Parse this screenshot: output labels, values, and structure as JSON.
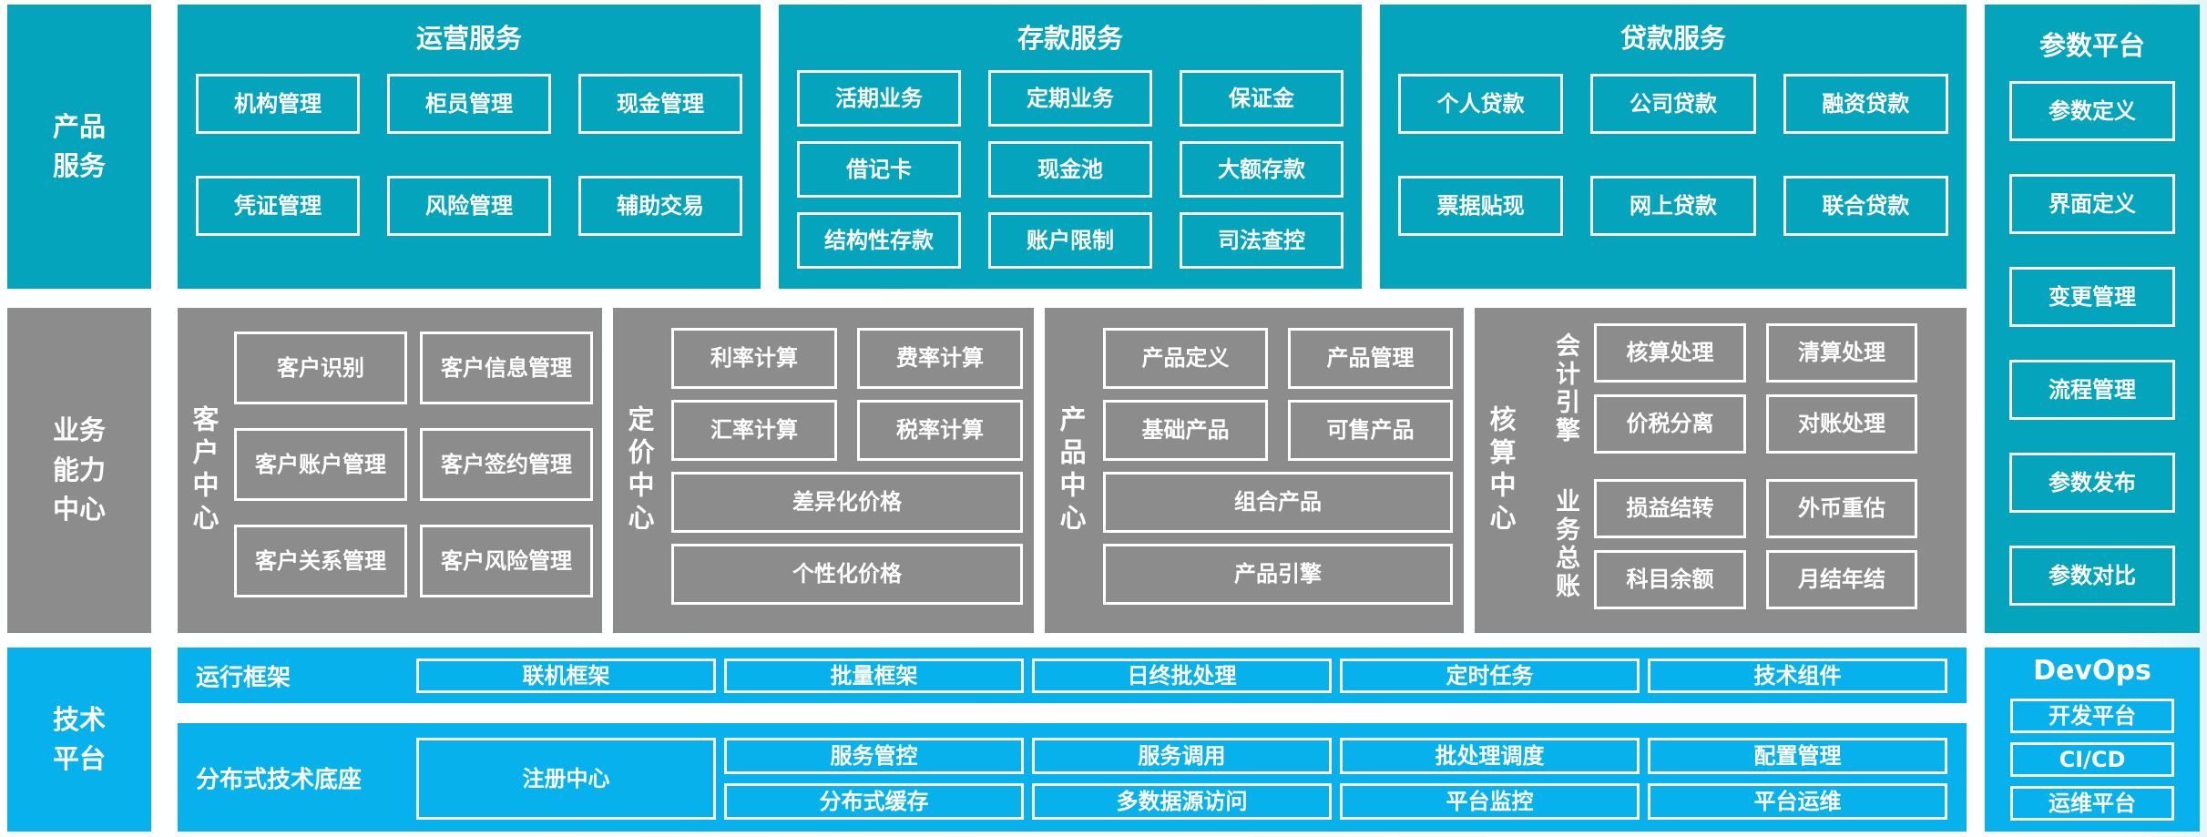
{
  "colors": {
    "teal": "#04a4bd",
    "gray": "#8c8c8c",
    "blue": "#07b2ec",
    "text": "#ffffff"
  },
  "product_row": {
    "sidebar": "产品\n服务",
    "panels": [
      {
        "title": "运营服务",
        "items": [
          "机构管理",
          "柜员管理",
          "现金管理",
          "凭证管理",
          "风险管理",
          "辅助交易"
        ]
      },
      {
        "title": "存款服务",
        "items": [
          "活期业务",
          "定期业务",
          "保证金",
          "借记卡",
          "现金池",
          "大额存款",
          "结构性存款",
          "账户限制",
          "司法查控"
        ]
      },
      {
        "title": "贷款服务",
        "items": [
          "个人贷款",
          "公司贷款",
          "融资贷款",
          "票据贴现",
          "网上贷款",
          "联合贷款"
        ]
      }
    ]
  },
  "parameter_platform": {
    "title": "参数平台",
    "items": [
      "参数定义",
      "界面定义",
      "变更管理",
      "流程管理",
      "参数发布",
      "参数对比"
    ]
  },
  "business_row": {
    "sidebar": "业务\n能力\n中心",
    "customer": {
      "label": "客户中心",
      "items": [
        "客户识别",
        "客户信息管理",
        "客户账户管理",
        "客户签约管理",
        "客户关系管理",
        "客户风险管理"
      ]
    },
    "pricing": {
      "label": "定价中心",
      "items": [
        "利率计算",
        "费率计算",
        "汇率计算",
        "税率计算"
      ],
      "wide": [
        "差异化价格",
        "个性化价格"
      ]
    },
    "product": {
      "label": "产品中心",
      "items": [
        "产品定义",
        "产品管理",
        "基础产品",
        "可售产品"
      ],
      "wide": [
        "组合产品",
        "产品引擎"
      ]
    },
    "accounting": {
      "label": "核算中心",
      "groups": [
        {
          "label": "会计引擎",
          "items": [
            "核算处理",
            "清算处理",
            "价税分离",
            "对账处理"
          ]
        },
        {
          "label": "业务总账",
          "items": [
            "损益结转",
            "外币重估",
            "科目余额",
            "月结年结"
          ]
        }
      ]
    }
  },
  "tech_row": {
    "sidebar": "技术\n平台",
    "runtime": {
      "label": "运行框架",
      "items": [
        "联机框架",
        "批量框架",
        "日终批处理",
        "定时任务",
        "技术组件"
      ]
    },
    "distributed": {
      "label": "分布式技术底座",
      "registry": "注册中心",
      "grid": [
        [
          "服务管控",
          "分布式缓存"
        ],
        [
          "服务调用",
          "多数据源访问"
        ],
        [
          "批处理调度",
          "平台监控"
        ],
        [
          "配置管理",
          "平台运维"
        ]
      ]
    },
    "devops": {
      "title": "DevOps",
      "items": [
        "开发平台",
        "CI/CD",
        "运维平台"
      ]
    }
  }
}
